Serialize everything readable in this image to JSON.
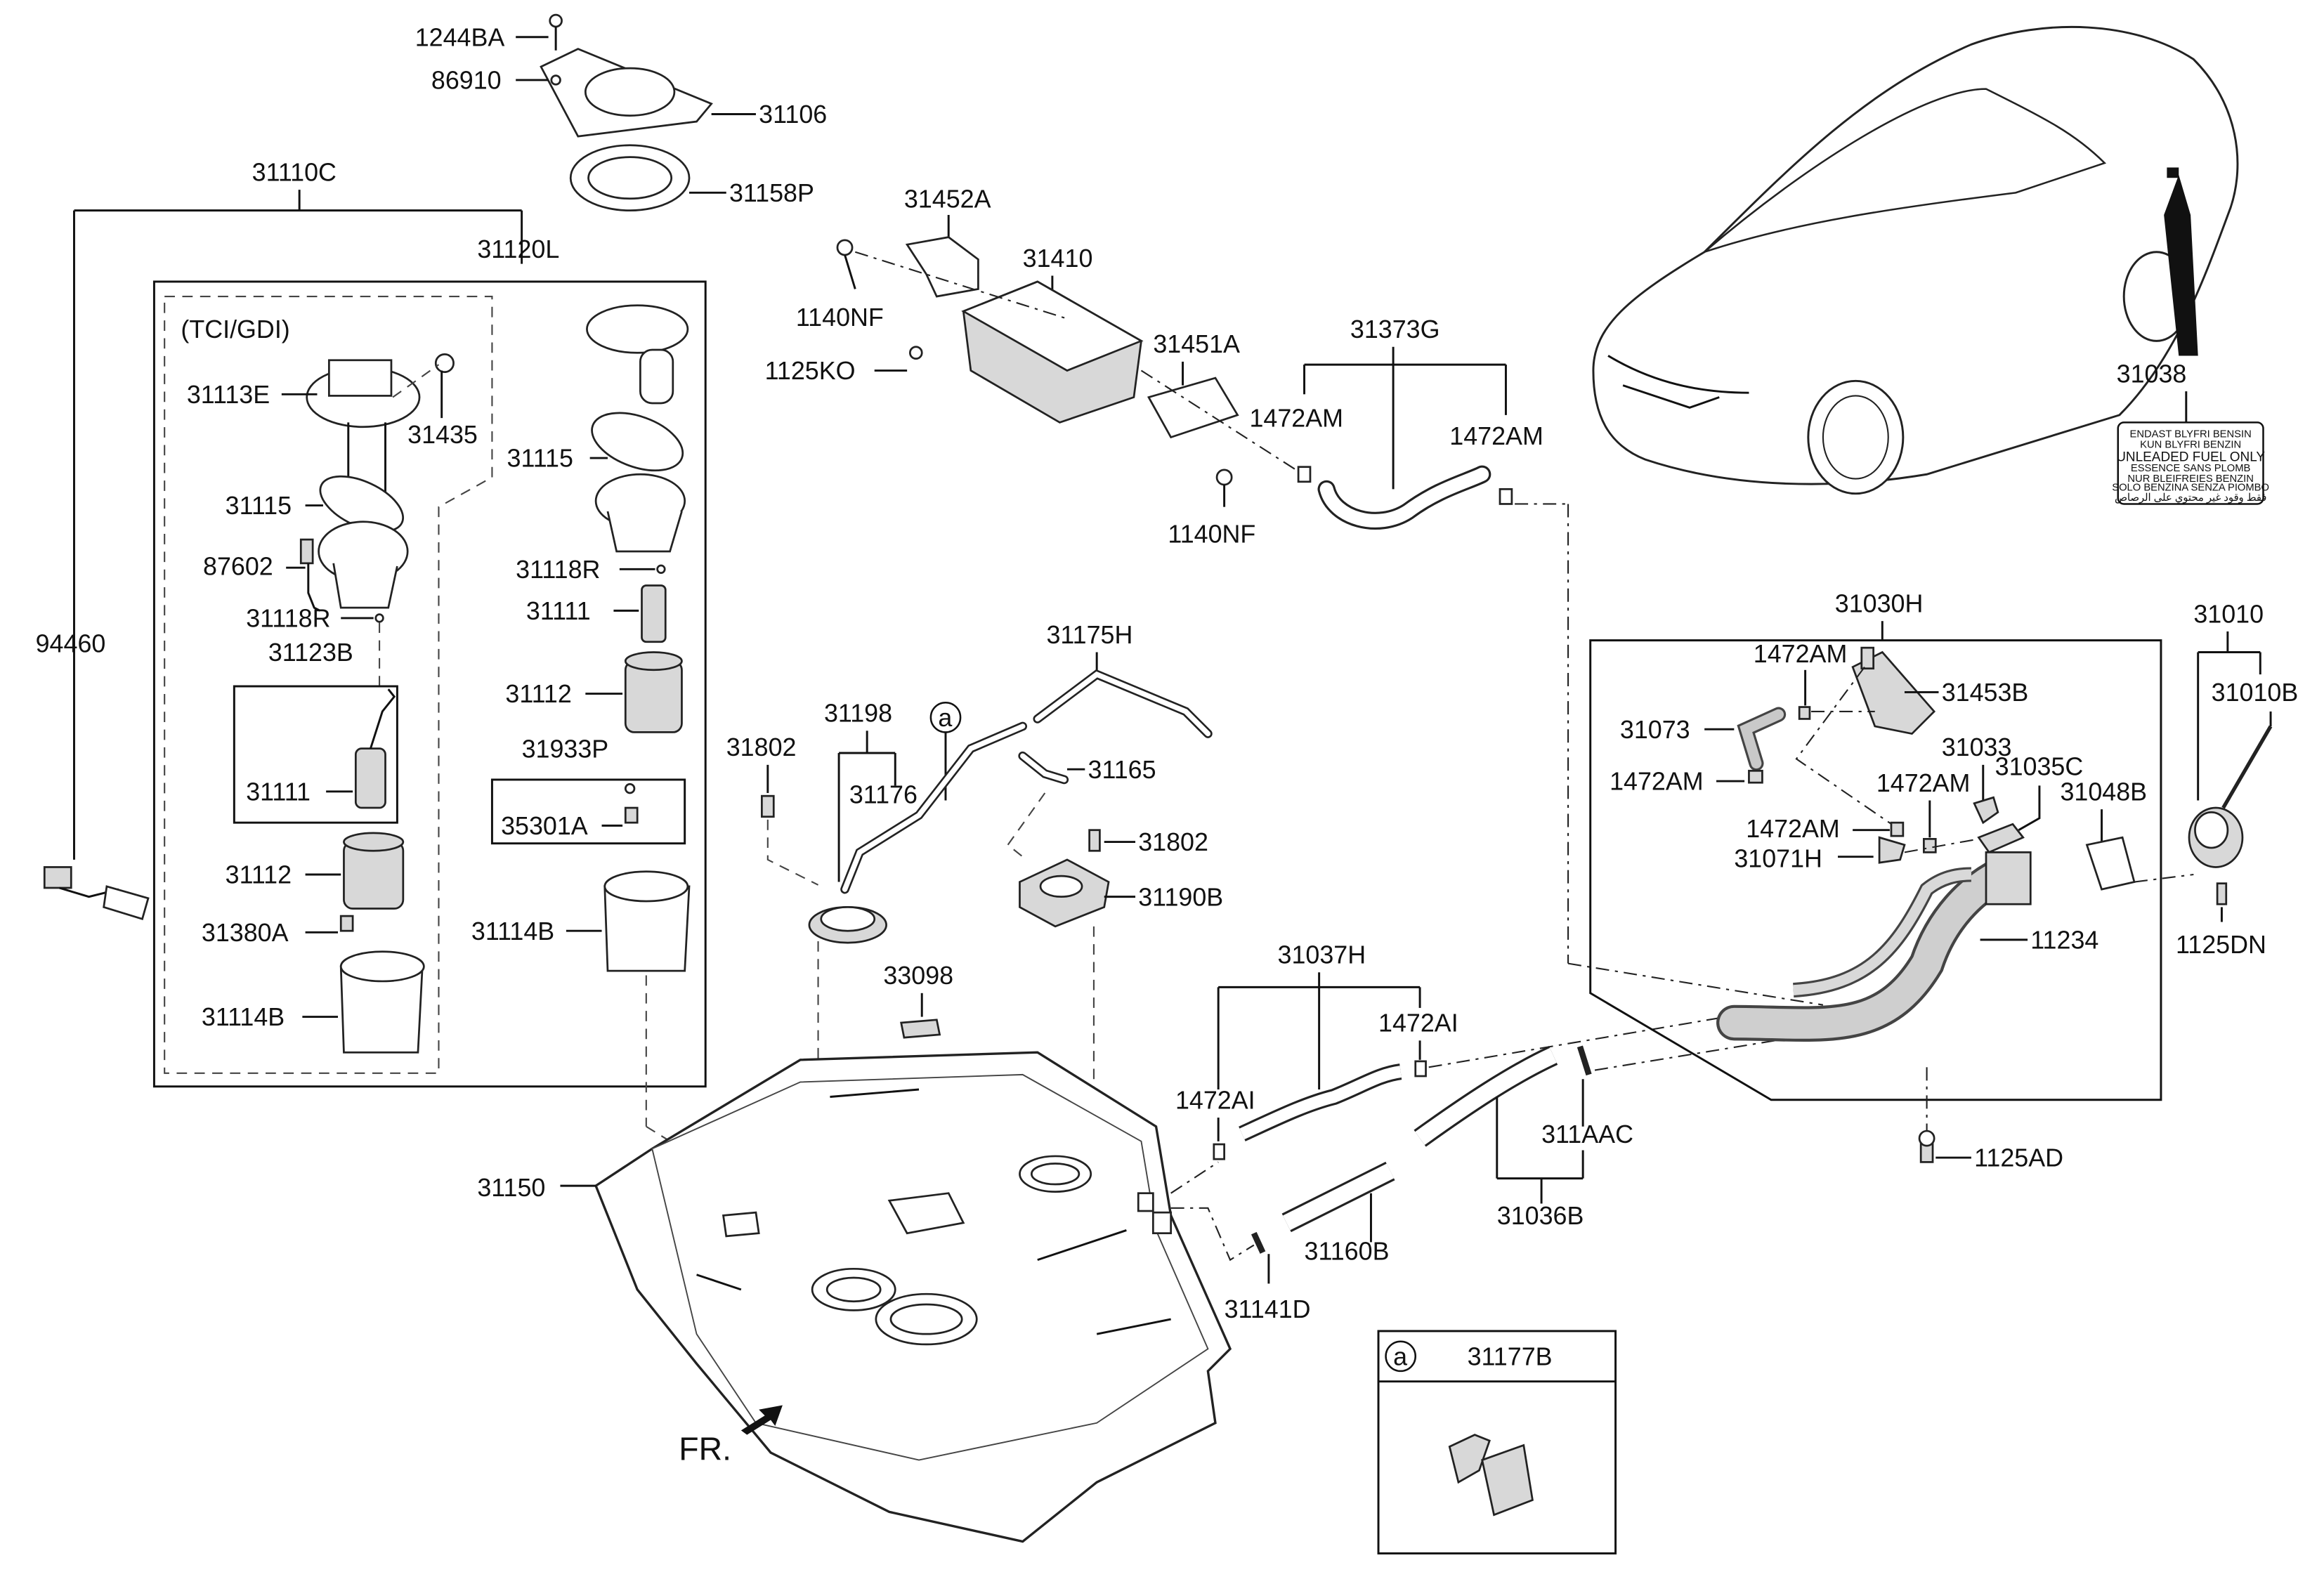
{
  "diagram": {
    "title": "Fuel System",
    "group_labels": {
      "tci_gdi": "(TCI/GDI)",
      "front_indicator": "FR."
    },
    "callouts": [
      {
        "id": "c1",
        "text": "1244BA"
      },
      {
        "id": "c2",
        "text": "86910"
      },
      {
        "id": "c3",
        "text": "31106"
      },
      {
        "id": "c4",
        "text": "31158P"
      },
      {
        "id": "c5",
        "text": "31110C"
      },
      {
        "id": "c6",
        "text": "31120L"
      },
      {
        "id": "c7",
        "text": "94460"
      },
      {
        "id": "c8",
        "text": "31113E"
      },
      {
        "id": "c9",
        "text": "31435"
      },
      {
        "id": "c10",
        "text": "31115"
      },
      {
        "id": "c11",
        "text": "87602"
      },
      {
        "id": "c12",
        "text": "31118R"
      },
      {
        "id": "c13",
        "text": "31123B"
      },
      {
        "id": "c14",
        "text": "31111"
      },
      {
        "id": "c15",
        "text": "31112"
      },
      {
        "id": "c16",
        "text": "31380A"
      },
      {
        "id": "c17",
        "text": "31114B"
      },
      {
        "id": "c18",
        "text": "31115"
      },
      {
        "id": "c19",
        "text": "31118R"
      },
      {
        "id": "c20",
        "text": "31111"
      },
      {
        "id": "c21",
        "text": "31112"
      },
      {
        "id": "c22",
        "text": "31933P"
      },
      {
        "id": "c23",
        "text": "35301A"
      },
      {
        "id": "c24",
        "text": "31114B"
      },
      {
        "id": "c25",
        "text": "31452A"
      },
      {
        "id": "c26",
        "text": "31410"
      },
      {
        "id": "c27",
        "text": "1140NF"
      },
      {
        "id": "c28",
        "text": "1125KO"
      },
      {
        "id": "c29",
        "text": "31451A"
      },
      {
        "id": "c30",
        "text": "1140NF"
      },
      {
        "id": "c31",
        "text": "31373G"
      },
      {
        "id": "c32",
        "text": "1472AM"
      },
      {
        "id": "c33",
        "text": "1472AM"
      },
      {
        "id": "c34",
        "text": "31038"
      },
      {
        "id": "c35",
        "text": "31175H"
      },
      {
        "id": "c36",
        "text": "31198"
      },
      {
        "id": "c37",
        "text": "31802"
      },
      {
        "id": "c38",
        "text": "31176"
      },
      {
        "id": "c39",
        "text": "31165"
      },
      {
        "id": "c40",
        "text": "31802"
      },
      {
        "id": "c41",
        "text": "31190B"
      },
      {
        "id": "c42",
        "text": "33098"
      },
      {
        "id": "c43",
        "text": "31150"
      },
      {
        "id": "c44",
        "text": "31037H"
      },
      {
        "id": "c45",
        "text": "1472AI"
      },
      {
        "id": "c46",
        "text": "1472AI"
      },
      {
        "id": "c47",
        "text": "31160B"
      },
      {
        "id": "c48",
        "text": "31141D"
      },
      {
        "id": "c49",
        "text": "311AAC"
      },
      {
        "id": "c50",
        "text": "31036B"
      },
      {
        "id": "c51",
        "text": "31030H"
      },
      {
        "id": "c52",
        "text": "1472AM"
      },
      {
        "id": "c53",
        "text": "31453B"
      },
      {
        "id": "c54",
        "text": "31073"
      },
      {
        "id": "c55",
        "text": "1472AM"
      },
      {
        "id": "c56",
        "text": "31033"
      },
      {
        "id": "c57",
        "text": "1472AM"
      },
      {
        "id": "c58",
        "text": "31035C"
      },
      {
        "id": "c59",
        "text": "1472AM"
      },
      {
        "id": "c60",
        "text": "31071H"
      },
      {
        "id": "c61",
        "text": "31048B"
      },
      {
        "id": "c62",
        "text": "11234"
      },
      {
        "id": "c63",
        "text": "31010"
      },
      {
        "id": "c64",
        "text": "31010B"
      },
      {
        "id": "c65",
        "text": "1125DN"
      },
      {
        "id": "c66",
        "text": "1125AD"
      },
      {
        "id": "c67",
        "text": "31177B"
      }
    ],
    "inset_marker": "a",
    "fuel_label_lines": [
      "ENDAST BLYFRI BENSIN",
      "KUN BLYFRI BENZIN",
      "UNLEADED FUEL ONLY",
      "ESSENCE SANS PLOMB",
      "NUR BLEIFREIES BENZIN",
      "SOLO BENZINA SENZA PIOMBO",
      "فقط وقود غير محتوي على الرصاص"
    ]
  }
}
